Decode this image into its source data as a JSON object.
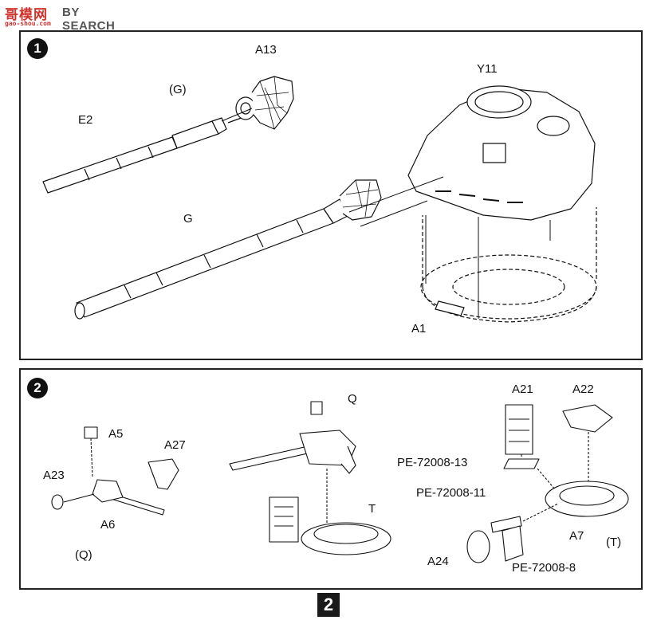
{
  "watermark": {
    "cn_text": "哥模网",
    "en_text": "BY SEARCH",
    "url": "gao-shou.com"
  },
  "step1": {
    "number": "1",
    "labels": {
      "a13": "A13",
      "g_paren": "(G)",
      "y11": "Y11",
      "e2": "E2",
      "g": "G",
      "a1": "A1"
    }
  },
  "step2": {
    "number": "2",
    "labels": {
      "a5": "A5",
      "a27": "A27",
      "a23": "A23",
      "a6": "A6",
      "q_paren": "(Q)",
      "q": "Q",
      "t": "T",
      "a21": "A21",
      "a22": "A22",
      "pe13": "PE-72008-13",
      "pe11": "PE-72008-11",
      "a7": "A7",
      "t_paren": "(T)",
      "a24": "A24",
      "pe8": "PE-72008-8"
    }
  },
  "page_number": "2",
  "colors": {
    "ink": "#111111",
    "watermark_red": "#d0342c"
  }
}
